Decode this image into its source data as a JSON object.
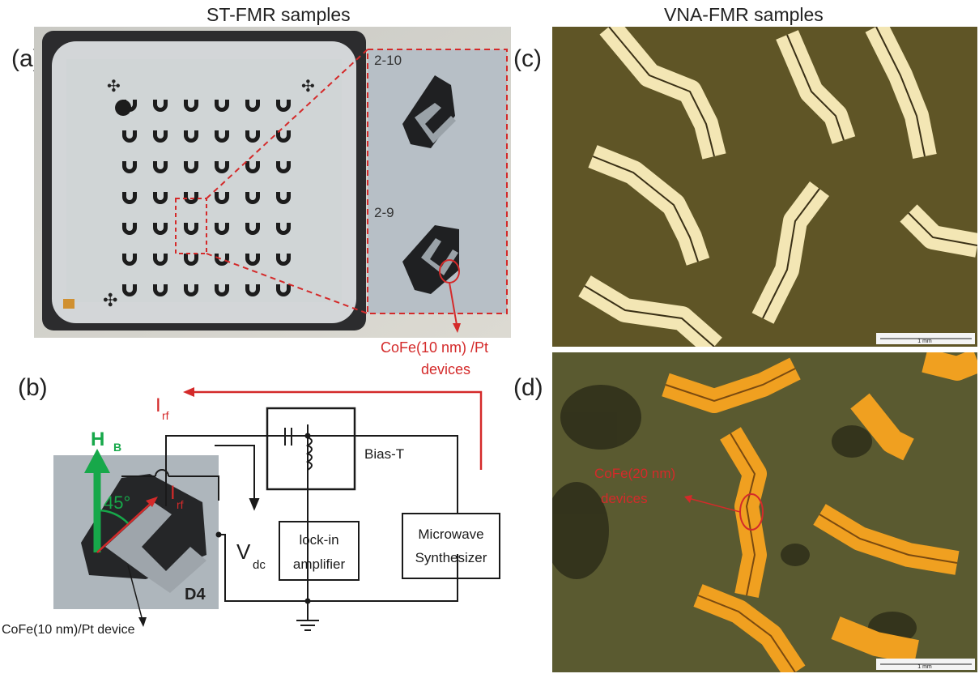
{
  "headers": {
    "left": "ST-FMR samples",
    "right": "VNA-FMR samples"
  },
  "panels": {
    "a": "(a)",
    "b": "(b)",
    "c": "(c)",
    "d": "(d)"
  },
  "panel_a": {
    "inset_labels": [
      "2-10",
      "2-9"
    ],
    "callout": [
      "CoFe(10 nm) /Pt",
      "devices"
    ]
  },
  "panel_b": {
    "field": "H",
    "field_sub": "B",
    "angle": "45°",
    "current": "I",
    "current_sub": "rf",
    "voltage": "V",
    "voltage_sub": "dc",
    "device_id": "D4",
    "bias_tee": "Bias-T",
    "lockin": [
      "lock-in",
      "amplifier"
    ],
    "synth": [
      "Microwave",
      "Synthesizer"
    ],
    "device_label": "CoFe(10 nm)/Pt device"
  },
  "panel_c": {
    "scale": "1 mm"
  },
  "panel_d": {
    "callout": [
      "CoFe(20 nm)",
      "devices"
    ],
    "scale": "1 mm"
  },
  "colors": {
    "red": "#d42a2a",
    "green": "#17a84a",
    "gold_c": "#f3e6b4",
    "gold_d": "#f0a020"
  }
}
